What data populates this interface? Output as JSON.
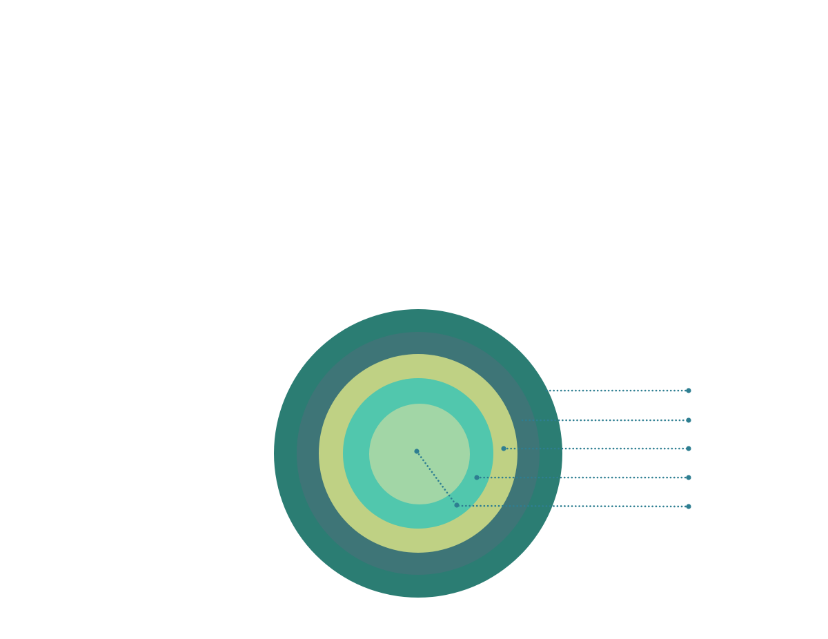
{
  "diagram": {
    "type": "concentric-circles",
    "rings": [
      {
        "name": "outer-ring",
        "color": "#2B7D73"
      },
      {
        "name": "second-ring",
        "color": "#3E7577"
      },
      {
        "name": "third-ring",
        "color": "#BFD184"
      },
      {
        "name": "fourth-ring",
        "color": "#51C7AD"
      },
      {
        "name": "inner-circle",
        "color": "#A2D6A6"
      }
    ],
    "leader_color": "#2E7E91",
    "leaders": [
      {
        "name": "leader-1"
      },
      {
        "name": "leader-2"
      },
      {
        "name": "leader-3"
      },
      {
        "name": "leader-4"
      },
      {
        "name": "leader-5"
      }
    ]
  }
}
